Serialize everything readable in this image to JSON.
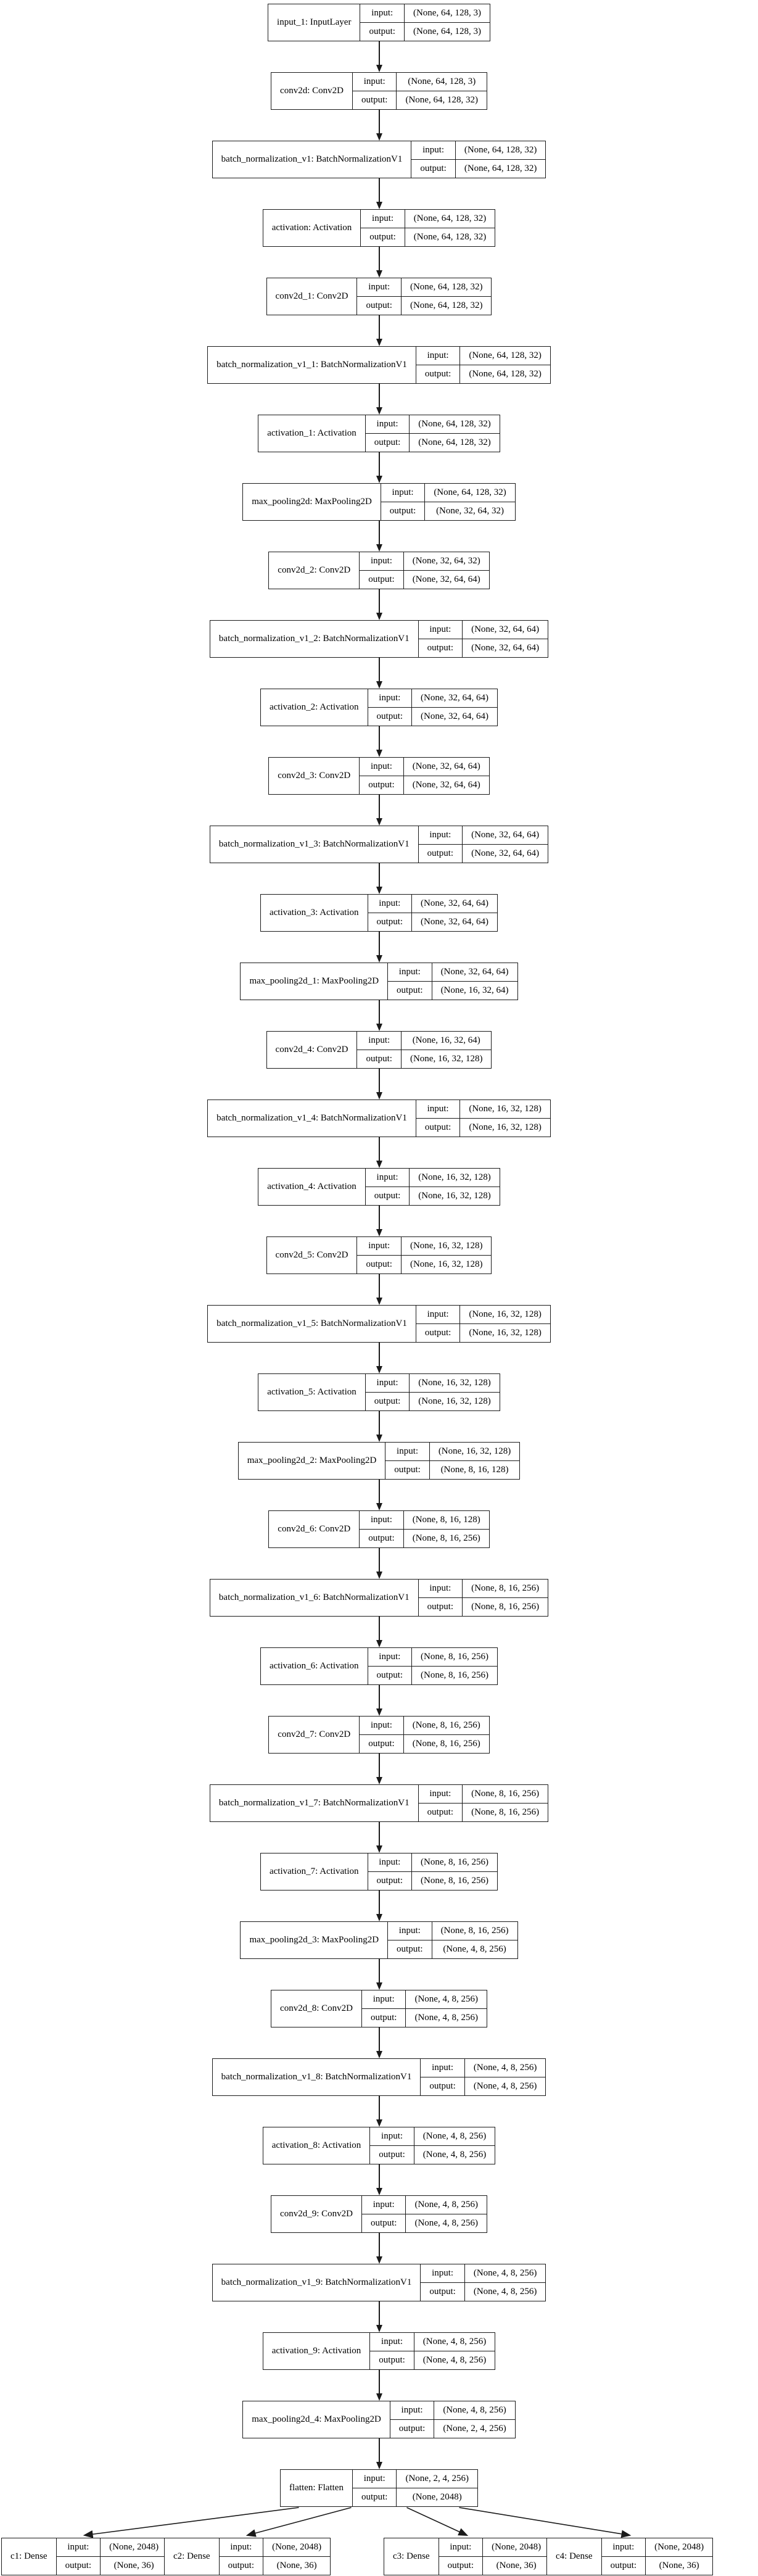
{
  "diagram": {
    "title": "keras-model-architecture-graph",
    "colors": {
      "background": "#ffffff",
      "node_border": "#1a1a1a",
      "edge": "#1a1a1a",
      "text": "#000000"
    },
    "node_labels": {
      "input": "input:",
      "output": "output:"
    },
    "layers": [
      {
        "name": "input_1",
        "type": "InputLayer",
        "input": "(None, 64, 128, 3)",
        "output": "(None, 64, 128, 3)"
      },
      {
        "name": "conv2d",
        "type": "Conv2D",
        "input": "(None, 64, 128, 3)",
        "output": "(None, 64, 128, 32)"
      },
      {
        "name": "batch_normalization_v1",
        "type": "BatchNormalizationV1",
        "input": "(None, 64, 128, 32)",
        "output": "(None, 64, 128, 32)"
      },
      {
        "name": "activation",
        "type": "Activation",
        "input": "(None, 64, 128, 32)",
        "output": "(None, 64, 128, 32)"
      },
      {
        "name": "conv2d_1",
        "type": "Conv2D",
        "input": "(None, 64, 128, 32)",
        "output": "(None, 64, 128, 32)"
      },
      {
        "name": "batch_normalization_v1_1",
        "type": "BatchNormalizationV1",
        "input": "(None, 64, 128, 32)",
        "output": "(None, 64, 128, 32)"
      },
      {
        "name": "activation_1",
        "type": "Activation",
        "input": "(None, 64, 128, 32)",
        "output": "(None, 64, 128, 32)"
      },
      {
        "name": "max_pooling2d",
        "type": "MaxPooling2D",
        "input": "(None, 64, 128, 32)",
        "output": "(None, 32, 64, 32)"
      },
      {
        "name": "conv2d_2",
        "type": "Conv2D",
        "input": "(None, 32, 64, 32)",
        "output": "(None, 32, 64, 64)"
      },
      {
        "name": "batch_normalization_v1_2",
        "type": "BatchNormalizationV1",
        "input": "(None, 32, 64, 64)",
        "output": "(None, 32, 64, 64)"
      },
      {
        "name": "activation_2",
        "type": "Activation",
        "input": "(None, 32, 64, 64)",
        "output": "(None, 32, 64, 64)"
      },
      {
        "name": "conv2d_3",
        "type": "Conv2D",
        "input": "(None, 32, 64, 64)",
        "output": "(None, 32, 64, 64)"
      },
      {
        "name": "batch_normalization_v1_3",
        "type": "BatchNormalizationV1",
        "input": "(None, 32, 64, 64)",
        "output": "(None, 32, 64, 64)"
      },
      {
        "name": "activation_3",
        "type": "Activation",
        "input": "(None, 32, 64, 64)",
        "output": "(None, 32, 64, 64)"
      },
      {
        "name": "max_pooling2d_1",
        "type": "MaxPooling2D",
        "input": "(None, 32, 64, 64)",
        "output": "(None, 16, 32, 64)"
      },
      {
        "name": "conv2d_4",
        "type": "Conv2D",
        "input": "(None, 16, 32, 64)",
        "output": "(None, 16, 32, 128)"
      },
      {
        "name": "batch_normalization_v1_4",
        "type": "BatchNormalizationV1",
        "input": "(None, 16, 32, 128)",
        "output": "(None, 16, 32, 128)"
      },
      {
        "name": "activation_4",
        "type": "Activation",
        "input": "(None, 16, 32, 128)",
        "output": "(None, 16, 32, 128)"
      },
      {
        "name": "conv2d_5",
        "type": "Conv2D",
        "input": "(None, 16, 32, 128)",
        "output": "(None, 16, 32, 128)"
      },
      {
        "name": "batch_normalization_v1_5",
        "type": "BatchNormalizationV1",
        "input": "(None, 16, 32, 128)",
        "output": "(None, 16, 32, 128)"
      },
      {
        "name": "activation_5",
        "type": "Activation",
        "input": "(None, 16, 32, 128)",
        "output": "(None, 16, 32, 128)"
      },
      {
        "name": "max_pooling2d_2",
        "type": "MaxPooling2D",
        "input": "(None, 16, 32, 128)",
        "output": "(None, 8, 16, 128)"
      },
      {
        "name": "conv2d_6",
        "type": "Conv2D",
        "input": "(None, 8, 16, 128)",
        "output": "(None, 8, 16, 256)"
      },
      {
        "name": "batch_normalization_v1_6",
        "type": "BatchNormalizationV1",
        "input": "(None, 8, 16, 256)",
        "output": "(None, 8, 16, 256)"
      },
      {
        "name": "activation_6",
        "type": "Activation",
        "input": "(None, 8, 16, 256)",
        "output": "(None, 8, 16, 256)"
      },
      {
        "name": "conv2d_7",
        "type": "Conv2D",
        "input": "(None, 8, 16, 256)",
        "output": "(None, 8, 16, 256)"
      },
      {
        "name": "batch_normalization_v1_7",
        "type": "BatchNormalizationV1",
        "input": "(None, 8, 16, 256)",
        "output": "(None, 8, 16, 256)"
      },
      {
        "name": "activation_7",
        "type": "Activation",
        "input": "(None, 8, 16, 256)",
        "output": "(None, 8, 16, 256)"
      },
      {
        "name": "max_pooling2d_3",
        "type": "MaxPooling2D",
        "input": "(None, 8, 16, 256)",
        "output": "(None, 4, 8, 256)"
      },
      {
        "name": "conv2d_8",
        "type": "Conv2D",
        "input": "(None, 4, 8, 256)",
        "output": "(None, 4, 8, 256)"
      },
      {
        "name": "batch_normalization_v1_8",
        "type": "BatchNormalizationV1",
        "input": "(None, 4, 8, 256)",
        "output": "(None, 4, 8, 256)"
      },
      {
        "name": "activation_8",
        "type": "Activation",
        "input": "(None, 4, 8, 256)",
        "output": "(None, 4, 8, 256)"
      },
      {
        "name": "conv2d_9",
        "type": "Conv2D",
        "input": "(None, 4, 8, 256)",
        "output": "(None, 4, 8, 256)"
      },
      {
        "name": "batch_normalization_v1_9",
        "type": "BatchNormalizationV1",
        "input": "(None, 4, 8, 256)",
        "output": "(None, 4, 8, 256)"
      },
      {
        "name": "activation_9",
        "type": "Activation",
        "input": "(None, 4, 8, 256)",
        "output": "(None, 4, 8, 256)"
      },
      {
        "name": "max_pooling2d_4",
        "type": "MaxPooling2D",
        "input": "(None, 4, 8, 256)",
        "output": "(None, 2, 4, 256)"
      },
      {
        "name": "flatten",
        "type": "Flatten",
        "input": "(None, 2, 4, 256)",
        "output": "(None, 2048)"
      }
    ],
    "heads": [
      {
        "name": "c1",
        "type": "Dense",
        "input": "(None, 2048)",
        "output": "(None, 36)"
      },
      {
        "name": "c2",
        "type": "Dense",
        "input": "(None, 2048)",
        "output": "(None, 36)"
      },
      {
        "name": "c3",
        "type": "Dense",
        "input": "(None, 2048)",
        "output": "(None, 36)"
      },
      {
        "name": "c4",
        "type": "Dense",
        "input": "(None, 2048)",
        "output": "(None, 36)"
      }
    ]
  }
}
